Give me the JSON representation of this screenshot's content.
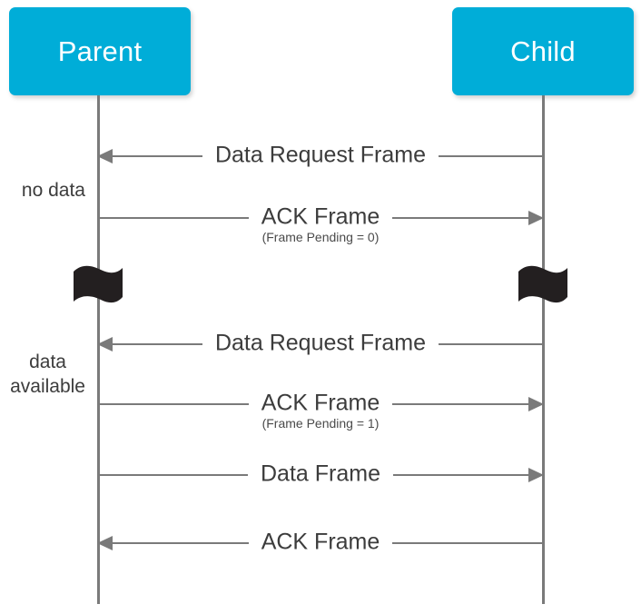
{
  "diagram": {
    "type": "sequence-diagram",
    "background_color": "#ffffff",
    "participant_color": "#00ADD8",
    "line_color": "#7a7a7a",
    "text_color": "#3c3c3c",
    "break_marker_color": "#231f20"
  },
  "participants": [
    {
      "id": "parent",
      "label": "Parent"
    },
    {
      "id": "child",
      "label": "Child"
    }
  ],
  "side_notes": [
    {
      "id": "no-data",
      "text": "no data"
    },
    {
      "id": "data-available",
      "text": "data\navailable"
    }
  ],
  "break_markers": [
    {
      "id": "break-parent",
      "on": "parent",
      "icon": "flag-break-icon"
    },
    {
      "id": "break-child",
      "on": "child",
      "icon": "flag-break-icon"
    }
  ],
  "messages": [
    {
      "id": "msg-1",
      "label": "Data Request Frame",
      "sublabel": "",
      "from": "child",
      "to": "parent",
      "direction": "left"
    },
    {
      "id": "msg-2",
      "label": "ACK Frame",
      "sublabel": "(Frame Pending = 0)",
      "from": "parent",
      "to": "child",
      "direction": "right"
    },
    {
      "id": "msg-3",
      "label": "Data Request Frame",
      "sublabel": "",
      "from": "child",
      "to": "parent",
      "direction": "left"
    },
    {
      "id": "msg-4",
      "label": "ACK Frame",
      "sublabel": "(Frame Pending = 1)",
      "from": "parent",
      "to": "child",
      "direction": "right"
    },
    {
      "id": "msg-5",
      "label": "Data Frame",
      "sublabel": "",
      "from": "parent",
      "to": "child",
      "direction": "right"
    },
    {
      "id": "msg-6",
      "label": "ACK Frame",
      "sublabel": "",
      "from": "child",
      "to": "parent",
      "direction": "left"
    }
  ]
}
